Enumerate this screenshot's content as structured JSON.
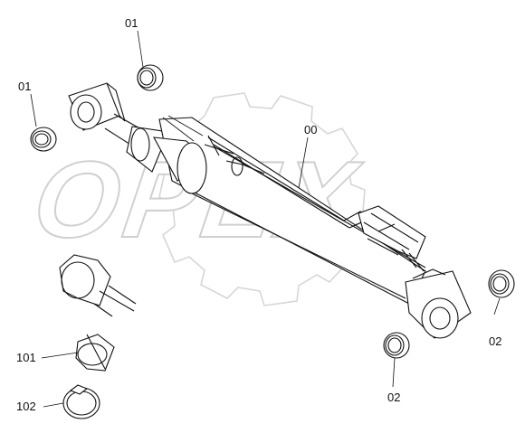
{
  "watermark": {
    "text": "OPEX"
  },
  "labels": {
    "l01_top": "01",
    "l01_left": "01",
    "l00": "00",
    "l02_right": "02",
    "l02_bottom": "02",
    "l101": "101",
    "l102": "102"
  }
}
